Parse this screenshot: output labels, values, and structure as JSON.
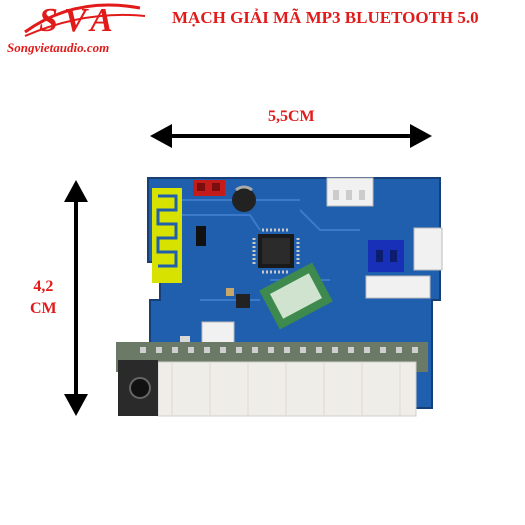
{
  "logo": {
    "text": "SVA",
    "url": "Songvietaudio.com",
    "brand_color": "#e11a1a"
  },
  "title": "MẠCH GIẢI MÃ  MP3 BLUETOOTH 5.0",
  "dimensions": {
    "width": "5,5CM",
    "height_value": "4,2",
    "height_unit": "CM"
  },
  "colors": {
    "accent": "#e11a1a",
    "pcb": "#1f5fae",
    "arrow": "#000000"
  }
}
